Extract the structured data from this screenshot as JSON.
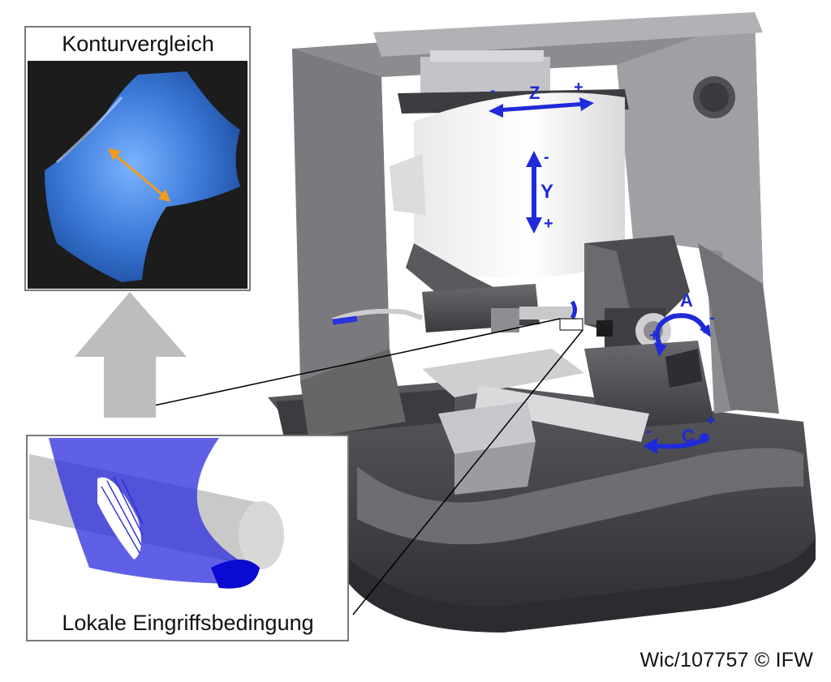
{
  "figure": {
    "inset_top_title": "Konturvergleich",
    "inset_bottom_caption": "Lokale Eingriffsbedingung",
    "credit": "Wic/107757 © IFW"
  },
  "axes": {
    "z_label": "Z",
    "z_minus": "-",
    "z_plus": "+",
    "y_label": "Y",
    "y_minus": "-",
    "y_plus": "+",
    "a_label": "A",
    "a_minus": "-",
    "a_plus": "+",
    "c_label": "C",
    "c_minus": "-",
    "c_plus": "+"
  },
  "colors": {
    "axis_blue": "#1f2ad8",
    "measure_orange": "#f39a1c",
    "machine_dark": "#4a4a4e",
    "machine_mid": "#8a8a8e",
    "machine_light": "#b8b8bc",
    "spindle_white": "#f2f2f2",
    "inset_blue": "#2222dd",
    "up_arrow_gray": "#bdbdbd"
  }
}
